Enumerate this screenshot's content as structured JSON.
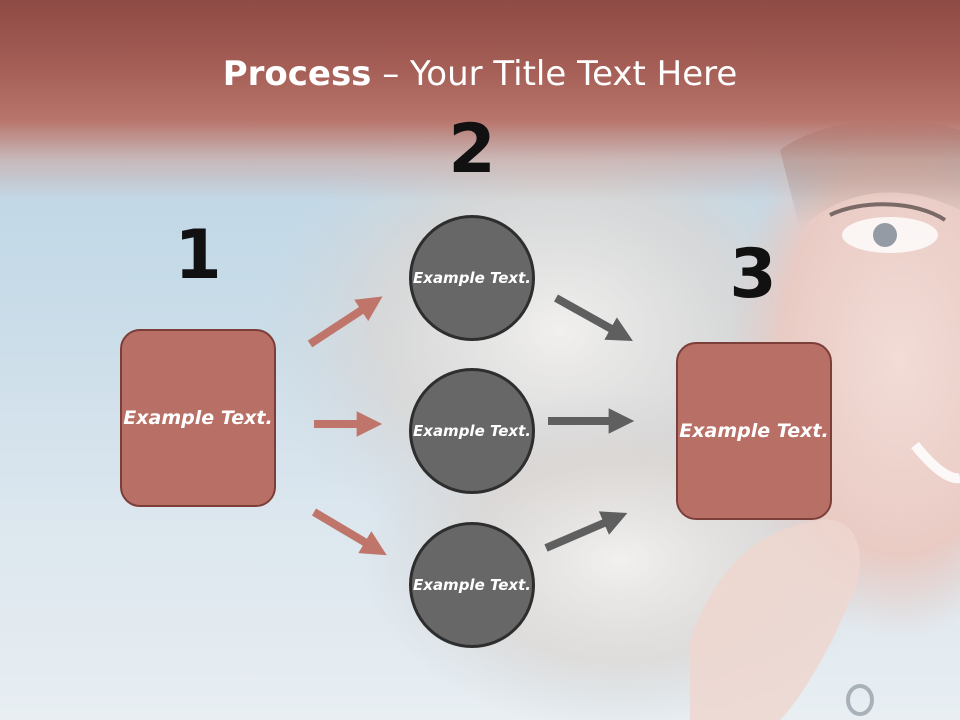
{
  "title": {
    "bold": "Process",
    "rest": " – Your Title Text Here"
  },
  "steps": [
    {
      "number": "1",
      "text": "Example Text."
    },
    {
      "number": "2",
      "nodes": [
        "Example Text.",
        "Example Text.",
        "Example Text."
      ]
    },
    {
      "number": "3",
      "text": "Example Text."
    }
  ],
  "colors": {
    "title_band": "#a55f57",
    "box_fill": "#b86f66",
    "box_border": "#7c3e38",
    "circle_fill": "#676767",
    "circle_border": "#2e2e2e",
    "arrow_left": "#c0756b",
    "arrow_right": "#5f5f5f"
  }
}
